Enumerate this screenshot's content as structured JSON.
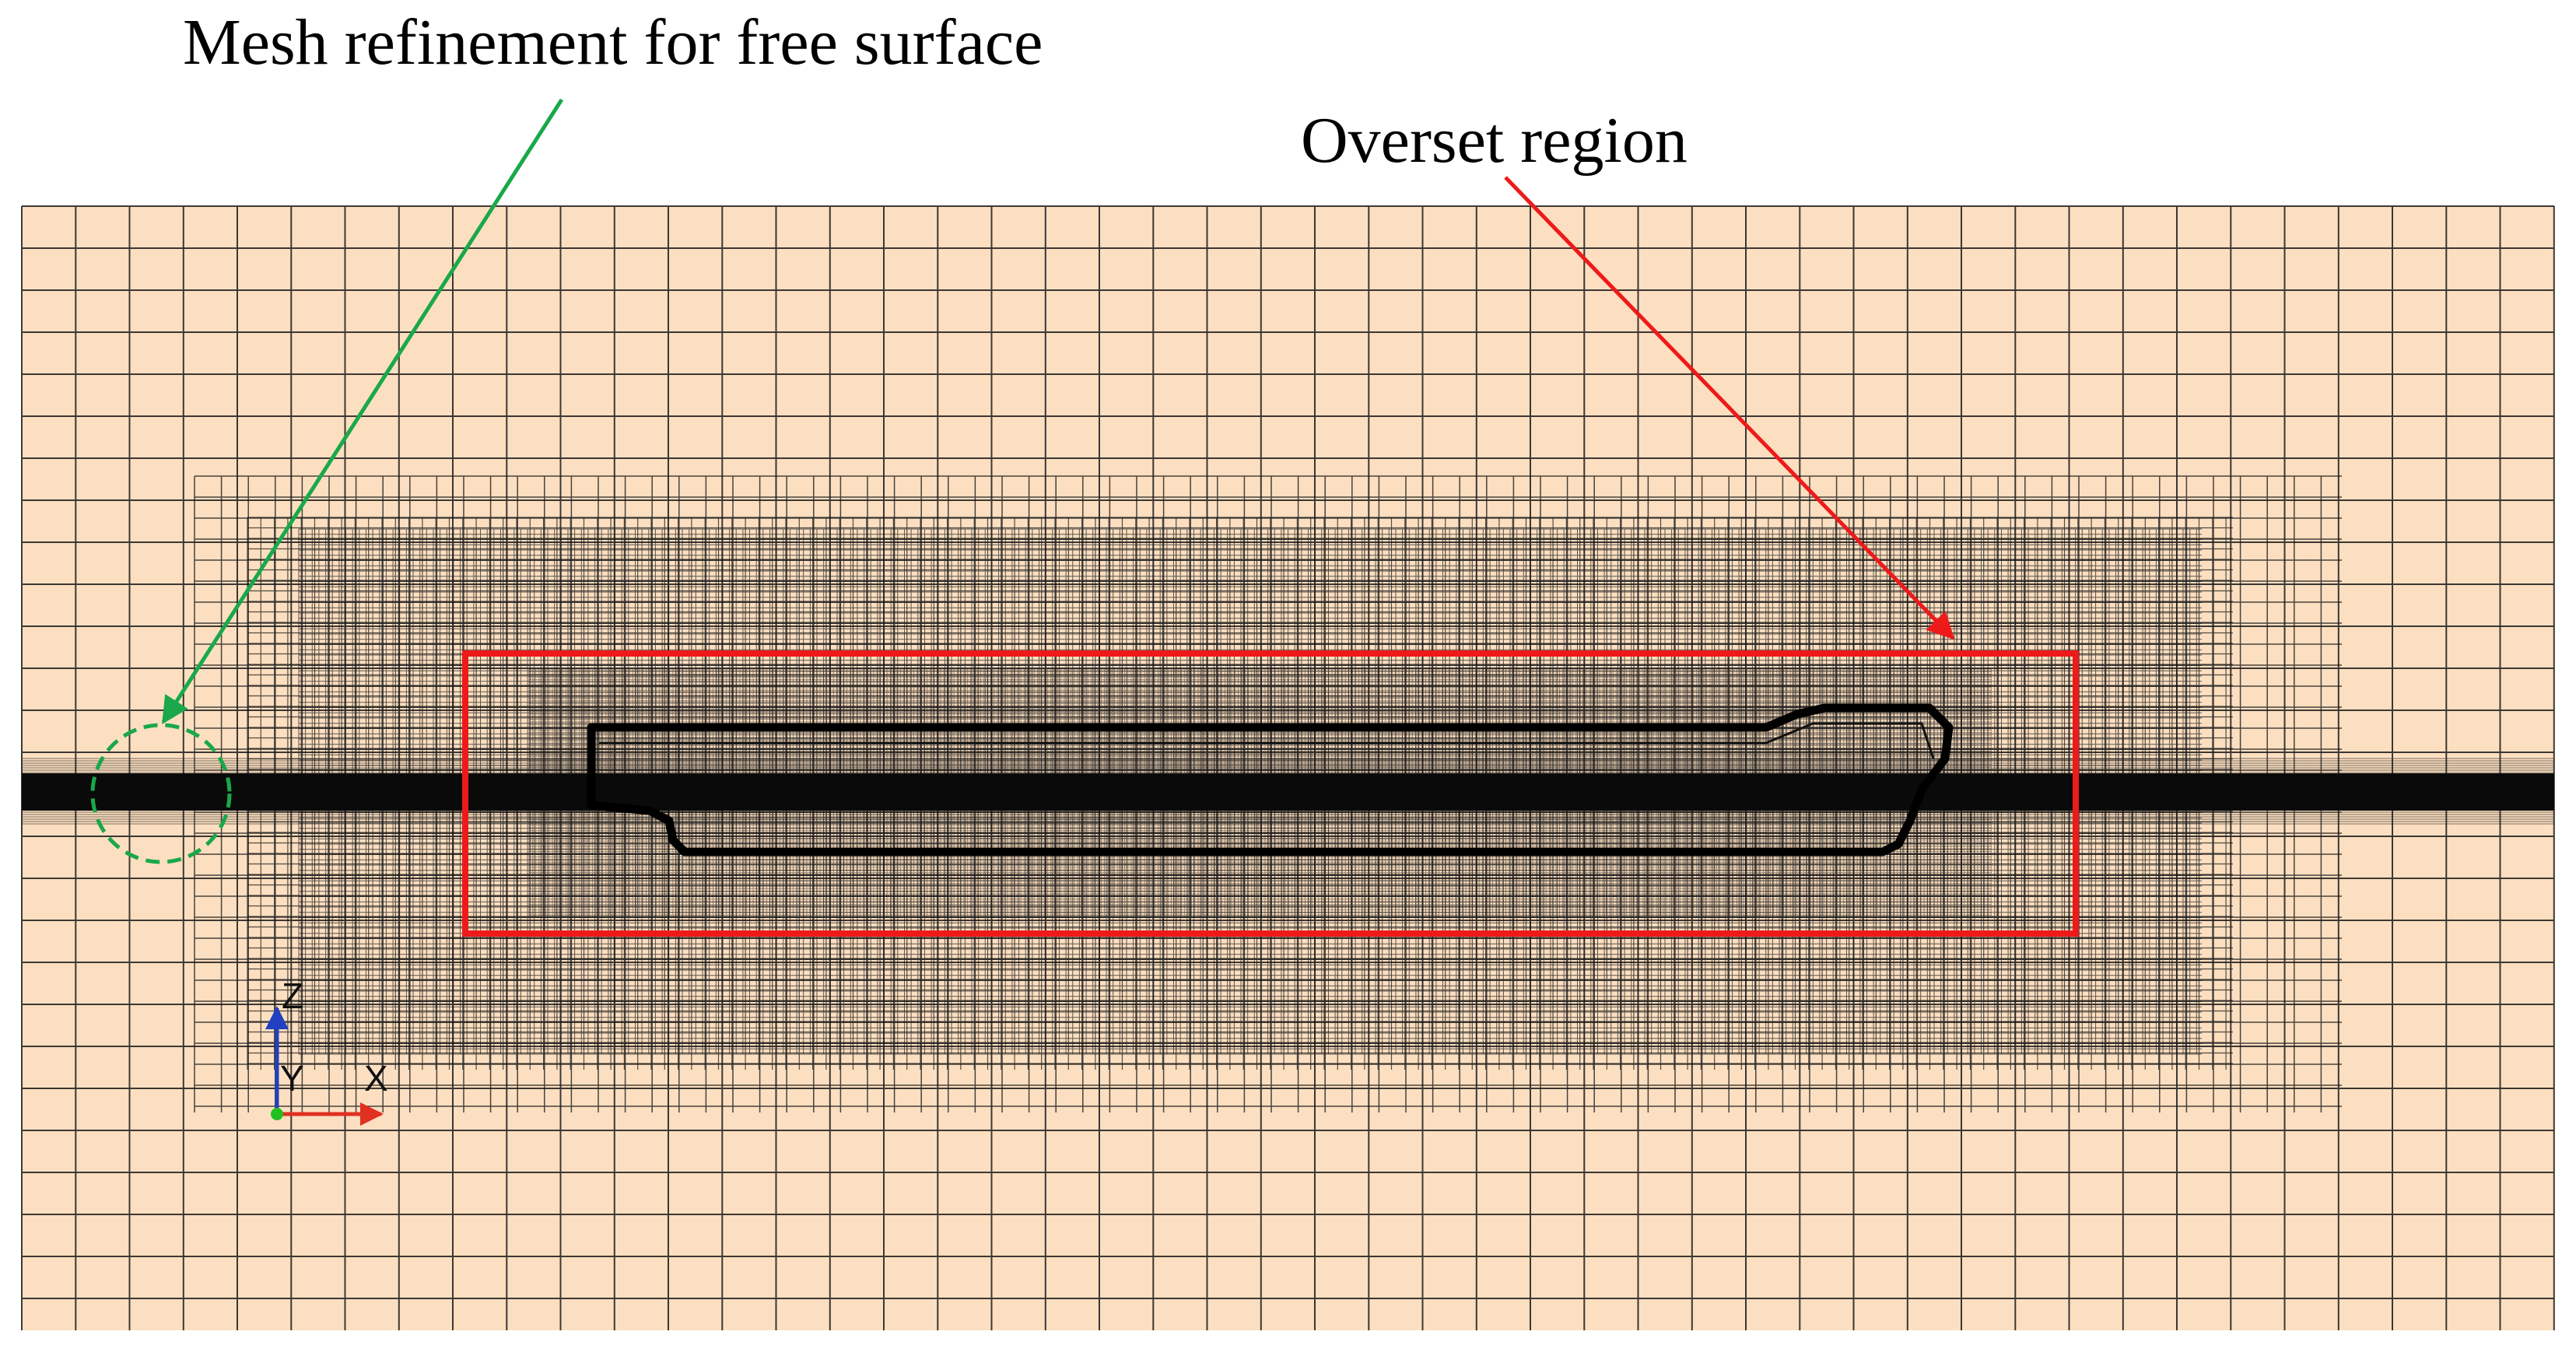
{
  "annotations": {
    "free_surface_label": "Mesh refinement for free surface",
    "overset_label": "Overset region"
  },
  "axes_triad": {
    "z_label": "Z",
    "y_label": "Y",
    "x_label": "X"
  },
  "colors": {
    "fluid_background": "#FCDFC0",
    "grid_lines": "#1a1a1a",
    "free_surface_marker": "#1AA84A",
    "overset_box": "#EE1A1A",
    "x_axis": "#E03020",
    "z_axis": "#2040C0",
    "y_axis": "#20C020"
  }
}
